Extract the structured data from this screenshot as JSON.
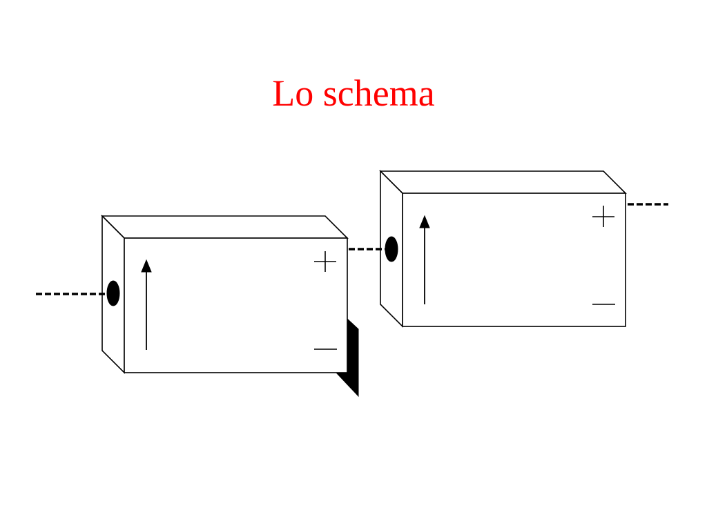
{
  "slide": {
    "title": "Lo schema",
    "title_color": "#ff0000",
    "background": "#ffffff"
  },
  "diagram": {
    "boxes": [
      {
        "name": "left-battery",
        "terminal_positive": "+",
        "terminal_negative": "−"
      },
      {
        "name": "right-battery",
        "terminal_positive": "+",
        "terminal_negative": "−"
      }
    ],
    "line_color": "#000000"
  }
}
